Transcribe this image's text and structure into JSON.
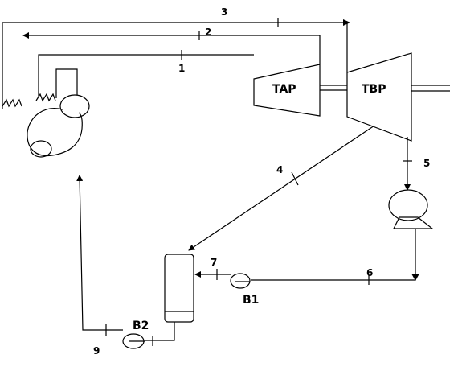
{
  "components": {
    "hp_turbine": "TAP",
    "lp_turbine": "TBP",
    "pump_1": "B1",
    "pump_2": "B2"
  },
  "streams": [
    "1",
    "2",
    "3",
    "4",
    "5",
    "6",
    "7",
    "9"
  ]
}
